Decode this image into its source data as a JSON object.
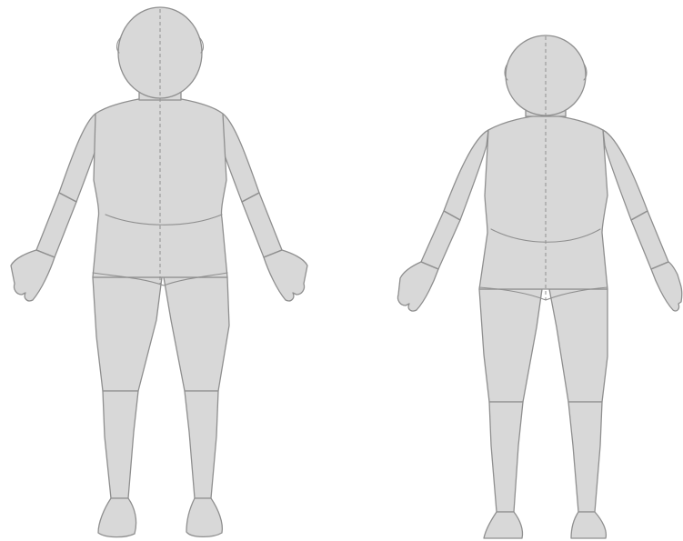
{
  "figures": [
    {
      "id": "front",
      "view": "front"
    },
    {
      "id": "back",
      "view": "back"
    }
  ],
  "colors": {
    "background": "#ffffff",
    "body_fill": "#d8d8d8",
    "outline": "#8f8f8f"
  },
  "centerline": "dashed"
}
